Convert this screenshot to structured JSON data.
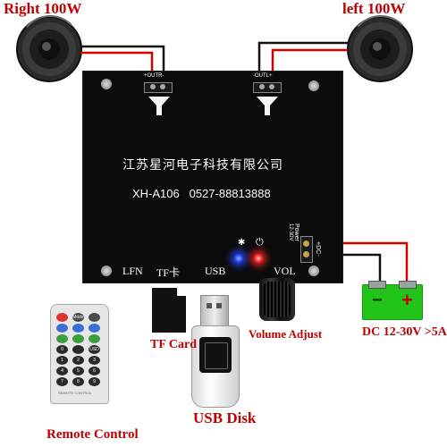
{
  "labels": {
    "right_speaker": "Right 100W",
    "left_speaker": "left 100W",
    "tf_card": "TF Card",
    "volume_adjust": "Volume Adjust",
    "usb_disk": "USB Disk",
    "remote_control": "Remote Control",
    "dc_input": "DC 12-30V >5A"
  },
  "board": {
    "company": "江苏星河电子科技有限公司",
    "model_phone": "XH-A106   0527-88813888",
    "out_r": "+OUTR-",
    "out_l": "-OUTL+",
    "lfn": "LFN",
    "tf": "TF卡",
    "usb": "USB",
    "vol": "VOL",
    "power": "Power",
    "power_range": "12-30V",
    "dc_terminal": "+DC-",
    "bluetooth_icon_glyph": "✱",
    "power_icon_glyph": "⏻"
  },
  "terminal_signs": {
    "minus": "−",
    "plus": "+"
  },
  "remote": {
    "footer": "REMOTE CONTROL",
    "keys": [
      "",
      "Mode",
      "",
      "",
      "",
      "",
      "",
      "",
      "",
      "0",
      "",
      "USD",
      "1",
      "2",
      "3",
      "4",
      "5",
      "6",
      "7",
      "8",
      "9"
    ]
  },
  "colors": {
    "board": "#0b0b0b",
    "wire_red": "#d40000",
    "wire_black": "#111111",
    "label_red": "#c00000",
    "terminal_green": "#22c41a",
    "led_blue": "#2a4bff",
    "led_red": "#ff2a2a"
  }
}
